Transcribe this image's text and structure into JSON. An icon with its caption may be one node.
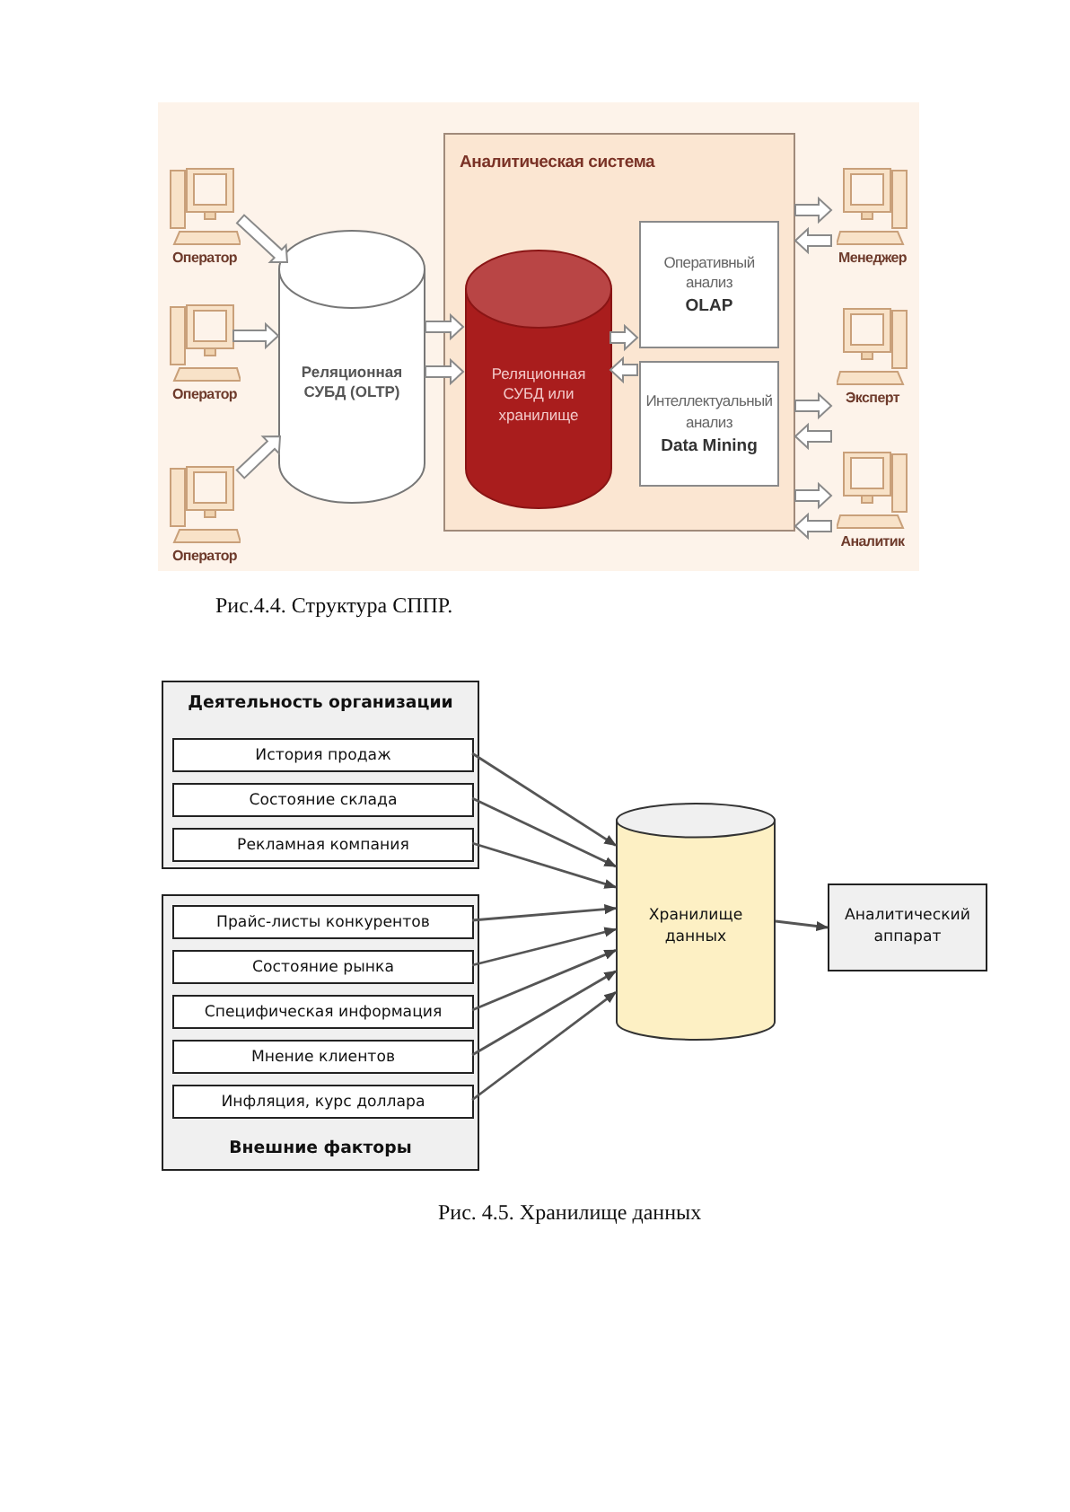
{
  "diagram": {
    "nodes": [
      {
        "text": [
          "Оператор"
        ]
      },
      {
        "text": [
          "Оператор"
        ]
      },
      {
        "text": [
          "Оператор"
        ]
      },
      {
        "text": [
          "Реляционная СУБД (OLTP)"
        ]
      },
      {
        "text": [
          "Аналитическая система"
        ]
      },
      {
        "text": [
          "Реляционная СУБД или хранилище"
        ],
        "in": 4
      },
      {
        "text": [
          "Оперативный анализ",
          "OLAP"
        ],
        "in": 4
      },
      {
        "text": [
          "Интеллектуальный анализ",
          "Data Mining"
        ],
        "in": 4
      },
      {
        "text": [
          "Менеджер"
        ]
      },
      {
        "text": [
          "Эксперт"
        ]
      },
      {
        "text": [
          "Аналитик"
        ]
      },
      {
        "text": [
          "Деятельность организации"
        ]
      },
      {
        "text": [
          "История продаж"
        ],
        "in": 11
      },
      {
        "text": [
          "Состояние склада"
        ],
        "in": 11
      },
      {
        "text": [
          "Рекламная компания"
        ],
        "in": 11
      },
      {
        "text": [
          "Внешние факторы"
        ]
      },
      {
        "text": [
          "Прайс-листы конкурентов"
        ],
        "in": 15
      },
      {
        "text": [
          "Состояние рынка"
        ],
        "in": 15
      },
      {
        "text": [
          "Специфическая информация"
        ],
        "in": 15
      },
      {
        "text": [
          "Мнение клиентов"
        ],
        "in": 15
      },
      {
        "text": [
          "Инфляция, курс доллара"
        ],
        "in": 15
      },
      {
        "text": [
          "Хранилище данных"
        ]
      },
      {
        "text": [
          "Аналитический аппарат"
        ]
      }
    ],
    "edges": [
      {
        "from": 0,
        "to": 3,
        "arrow": "to",
        "style": "thick"
      },
      {
        "from": 1,
        "to": 3,
        "arrow": "to",
        "style": "thick"
      },
      {
        "from": 2,
        "to": 3,
        "arrow": "to",
        "style": "thick"
      },
      {
        "from": 3,
        "to": 5,
        "arrow": "to",
        "style": "thick"
      },
      {
        "from": 3,
        "to": 5,
        "arrow": "to",
        "style": "thick"
      },
      {
        "from": 5,
        "to": 6,
        "arrow": "to",
        "style": "thick"
      },
      {
        "from": 7,
        "to": 5,
        "arrow": "to",
        "style": "thick"
      },
      {
        "from": 4,
        "to": 8,
        "arrow": "to",
        "style": "thick"
      },
      {
        "from": 8,
        "to": 4,
        "arrow": "to",
        "style": "thick"
      },
      {
        "from": 4,
        "to": 9,
        "arrow": "to",
        "style": "thick"
      },
      {
        "from": 9,
        "to": 4,
        "arrow": "to",
        "style": "thick"
      },
      {
        "from": 4,
        "to": 10,
        "arrow": "to",
        "style": "thick"
      },
      {
        "from": 10,
        "to": 4,
        "arrow": "to",
        "style": "thick"
      },
      {
        "from": 12,
        "to": 21,
        "arrow": "to"
      },
      {
        "from": 13,
        "to": 21,
        "arrow": "to"
      },
      {
        "from": 14,
        "to": 21,
        "arrow": "to"
      },
      {
        "from": 16,
        "to": 21,
        "arrow": "to"
      },
      {
        "from": 17,
        "to": 21,
        "arrow": "to"
      },
      {
        "from": 18,
        "to": 21,
        "arrow": "to"
      },
      {
        "from": 19,
        "to": 21,
        "arrow": "to"
      },
      {
        "from": 20,
        "to": 21,
        "arrow": "to"
      },
      {
        "from": 21,
        "to": 22,
        "arrow": "to"
      }
    ],
    "labels": [
      "Рис.4.4. Структура СППР.",
      "Рис. 4.5. Хранилище данных"
    ]
  }
}
